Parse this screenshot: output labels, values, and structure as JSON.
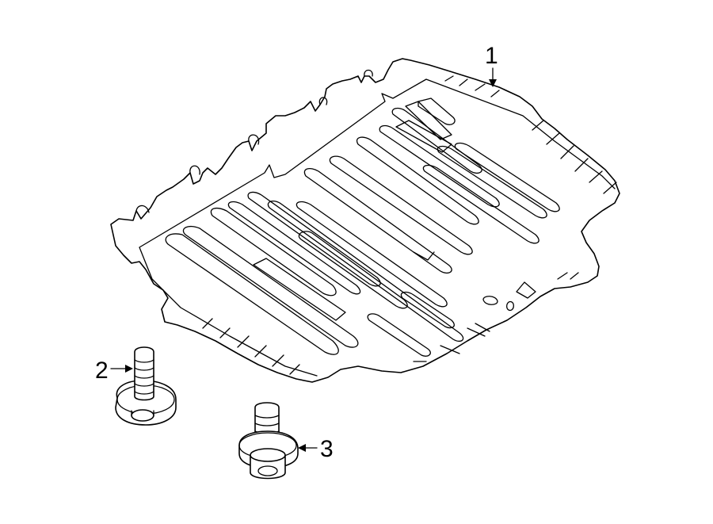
{
  "callouts": [
    {
      "label": "1",
      "part": "splash shield"
    },
    {
      "label": "2",
      "part": "bolt"
    },
    {
      "label": "3",
      "part": "bolt"
    }
  ]
}
